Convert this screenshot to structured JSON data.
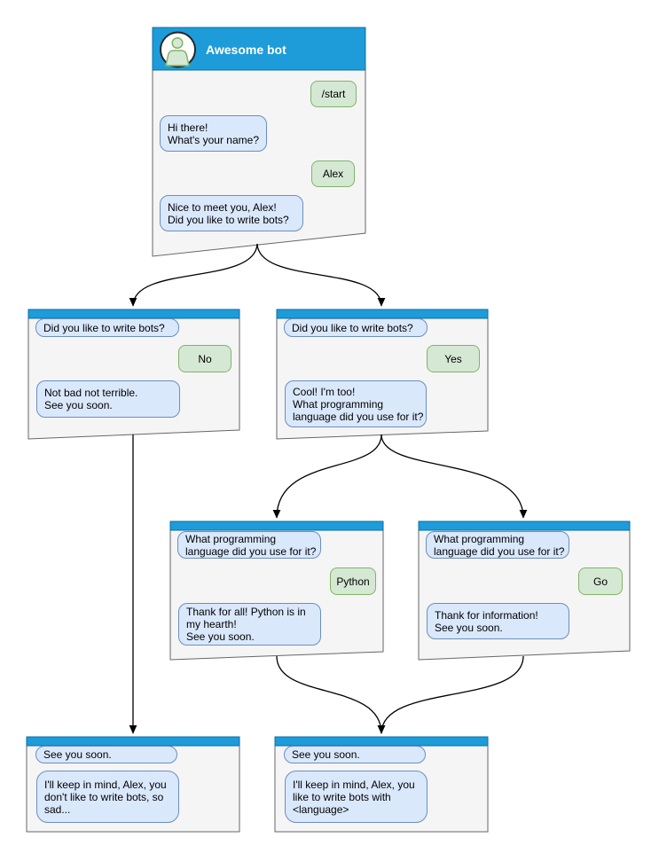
{
  "diagram": {
    "type": "chatbot-conversation-flow"
  },
  "colors": {
    "header_blue": "#1d9cd9",
    "header_border": "#0b6ea6",
    "window_fill": "#f5f5f5",
    "window_border": "#666666",
    "bot_bubble_fill": "#dae8fc",
    "bot_bubble_border": "#6c8ebf",
    "user_bubble_fill": "#d5e8d4",
    "user_bubble_border": "#82b366",
    "connector": "#000000",
    "title_text": "#ffffff",
    "avatar_person": "#82b366"
  },
  "boxes": [
    {
      "id": "awesome-bot-root",
      "title": "Awesome bot",
      "messages": [
        {
          "from": "user",
          "text": "/start"
        },
        {
          "from": "bot",
          "text": "Hi there!\nWhat's your name?"
        },
        {
          "from": "user",
          "text": "Alex"
        },
        {
          "from": "bot",
          "text": "Nice to meet you, Alex!\nDid you like to write bots?"
        }
      ]
    },
    {
      "id": "branch-no",
      "messages": [
        {
          "from": "bot",
          "text": "Did you like to write bots?"
        },
        {
          "from": "user",
          "text": "No"
        },
        {
          "from": "bot",
          "text": "Not bad not terrible.\nSee you soon."
        }
      ]
    },
    {
      "id": "branch-yes",
      "messages": [
        {
          "from": "bot",
          "text": "Did you like to write bots?"
        },
        {
          "from": "user",
          "text": "Yes"
        },
        {
          "from": "bot",
          "text": "Cool! I'm too!\nWhat programming\nlanguage did you use for it?"
        }
      ]
    },
    {
      "id": "branch-python",
      "messages": [
        {
          "from": "bot",
          "text": "What programming\nlanguage did you use for it?"
        },
        {
          "from": "user",
          "text": "Python"
        },
        {
          "from": "bot",
          "text": "Thank for all! Python is in\nmy hearth!\nSee you soon."
        }
      ]
    },
    {
      "id": "branch-go",
      "messages": [
        {
          "from": "bot",
          "text": "What programming\nlanguage did you use for it?"
        },
        {
          "from": "user",
          "text": "Go"
        },
        {
          "from": "bot",
          "text": "Thank for information!\nSee you soon."
        }
      ]
    },
    {
      "id": "end-no",
      "messages": [
        {
          "from": "bot",
          "text": "See you soon."
        },
        {
          "from": "bot",
          "text": "I'll keep in mind, Alex, you\ndon't like to write bots, so\nsad..."
        }
      ]
    },
    {
      "id": "end-yes",
      "messages": [
        {
          "from": "bot",
          "text": "See you soon."
        },
        {
          "from": "bot",
          "text": "I'll keep in mind, Alex, you\nlike to write bots with\n<language>"
        }
      ]
    }
  ],
  "edges": [
    {
      "from": "awesome-bot-root",
      "to": "branch-no"
    },
    {
      "from": "awesome-bot-root",
      "to": "branch-yes"
    },
    {
      "from": "branch-yes",
      "to": "branch-python"
    },
    {
      "from": "branch-yes",
      "to": "branch-go"
    },
    {
      "from": "branch-no",
      "to": "end-no"
    },
    {
      "from": "branch-python",
      "to": "end-yes"
    },
    {
      "from": "branch-go",
      "to": "end-yes"
    }
  ]
}
